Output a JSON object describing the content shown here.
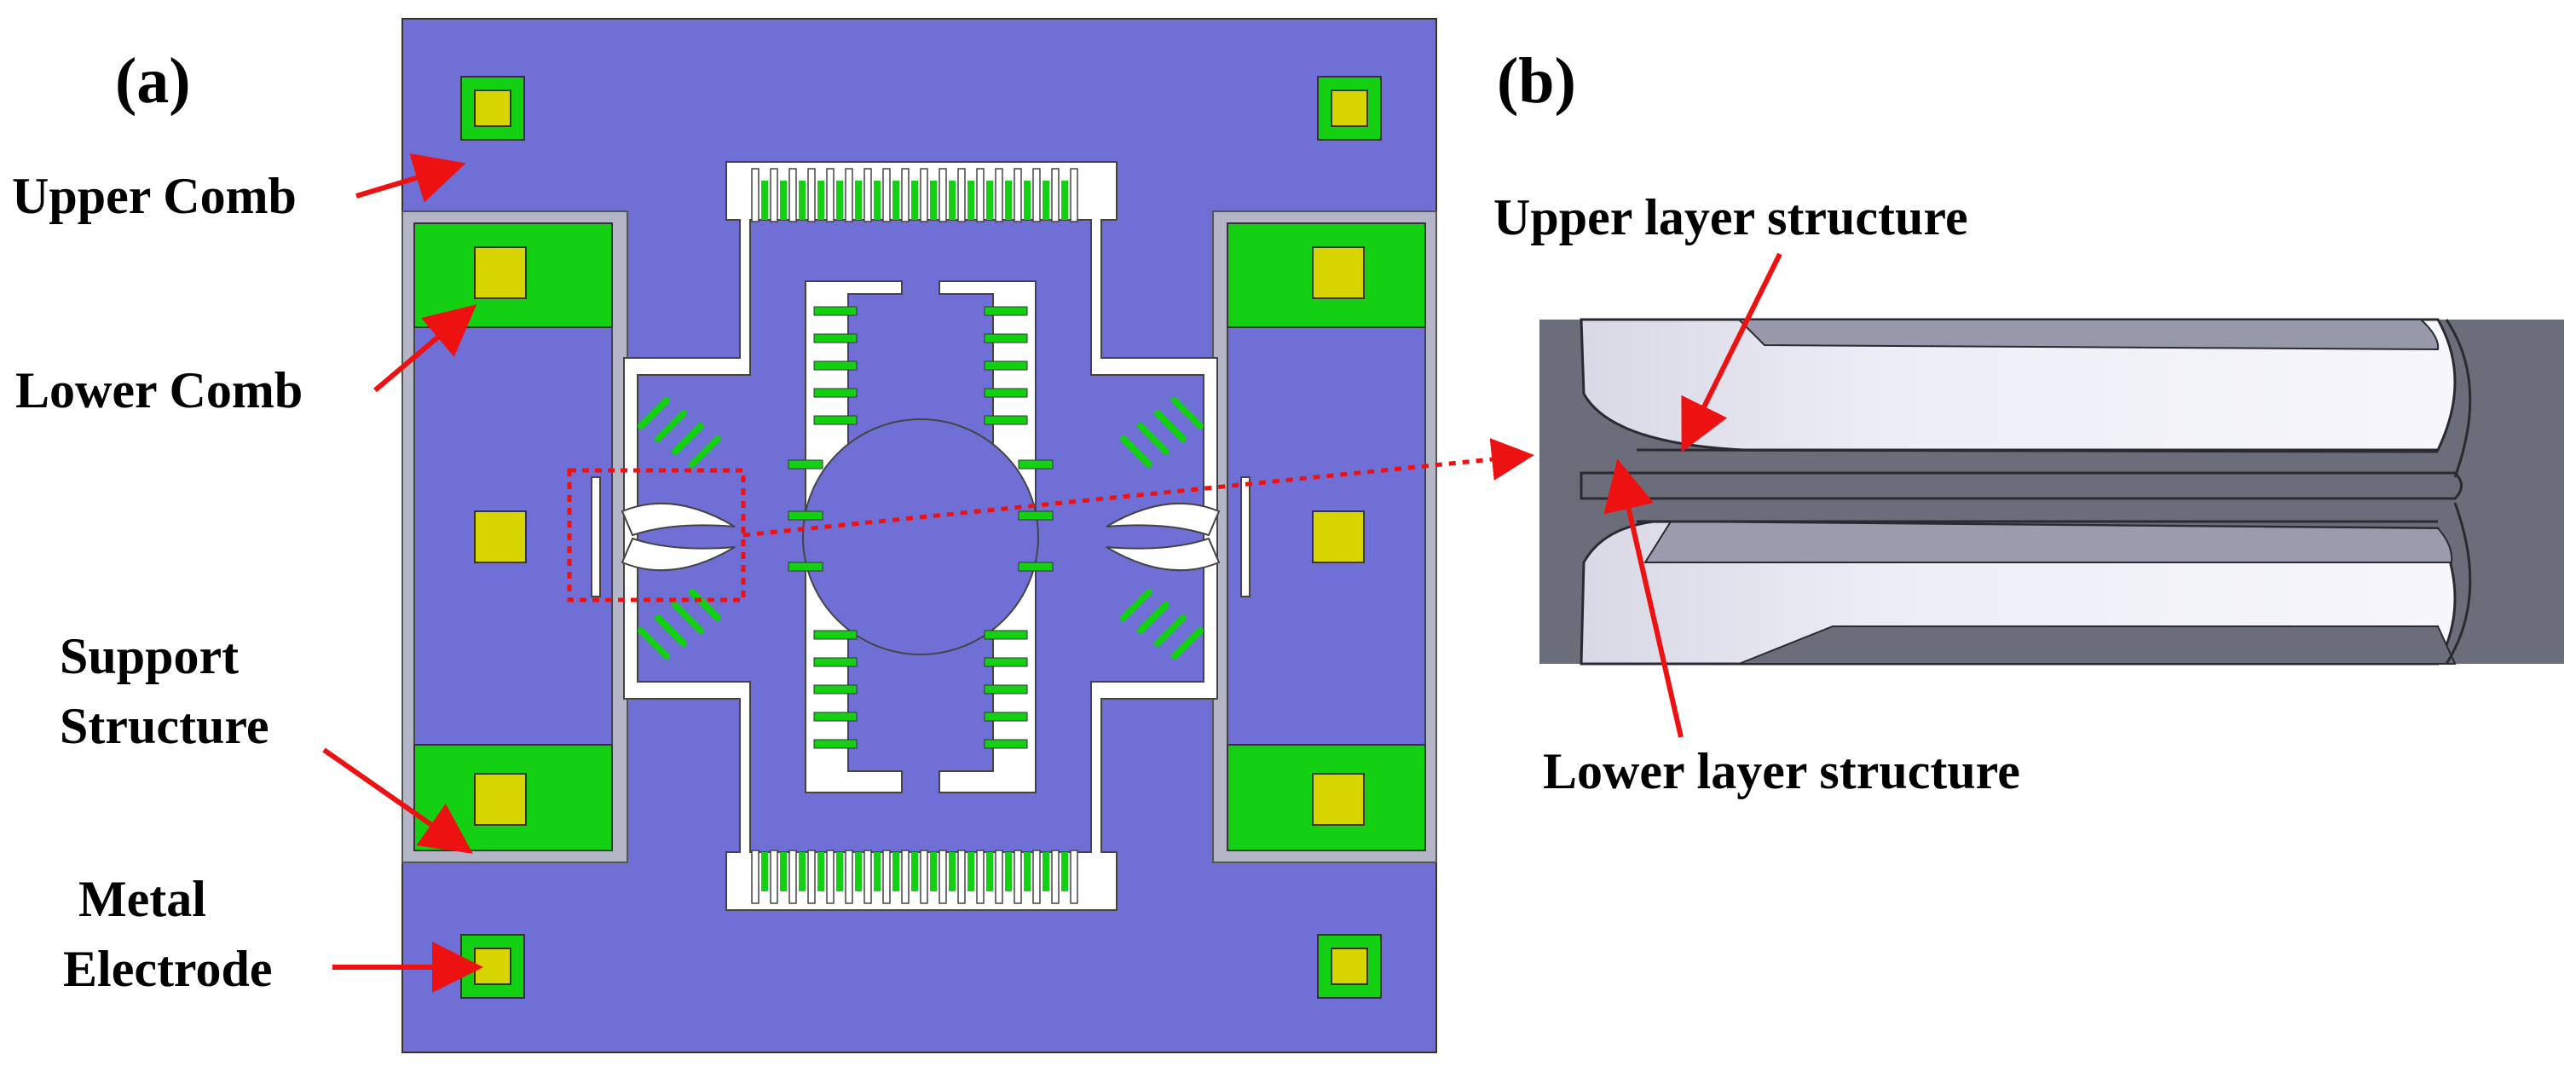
{
  "panels": {
    "a_label": "(a)",
    "b_label": "(b)"
  },
  "labels": {
    "upper_comb": "Upper Comb",
    "lower_comb": "Lower Comb",
    "support_line1": "Support",
    "support_line2": "Structure",
    "metal_line1": "Metal",
    "metal_line2": "Electrode",
    "upper_layer": "Upper layer structure",
    "lower_layer": "Lower layer structure"
  },
  "colors": {
    "upper_comb": "#6f6fd6",
    "lower_comb": "#13d013",
    "support": "#b4b6c8",
    "metal_electrode": "#d8d400",
    "arrow": "#ee1111",
    "layer_dark": "#6c6d7a",
    "layer_light": "#e9e9f2"
  }
}
